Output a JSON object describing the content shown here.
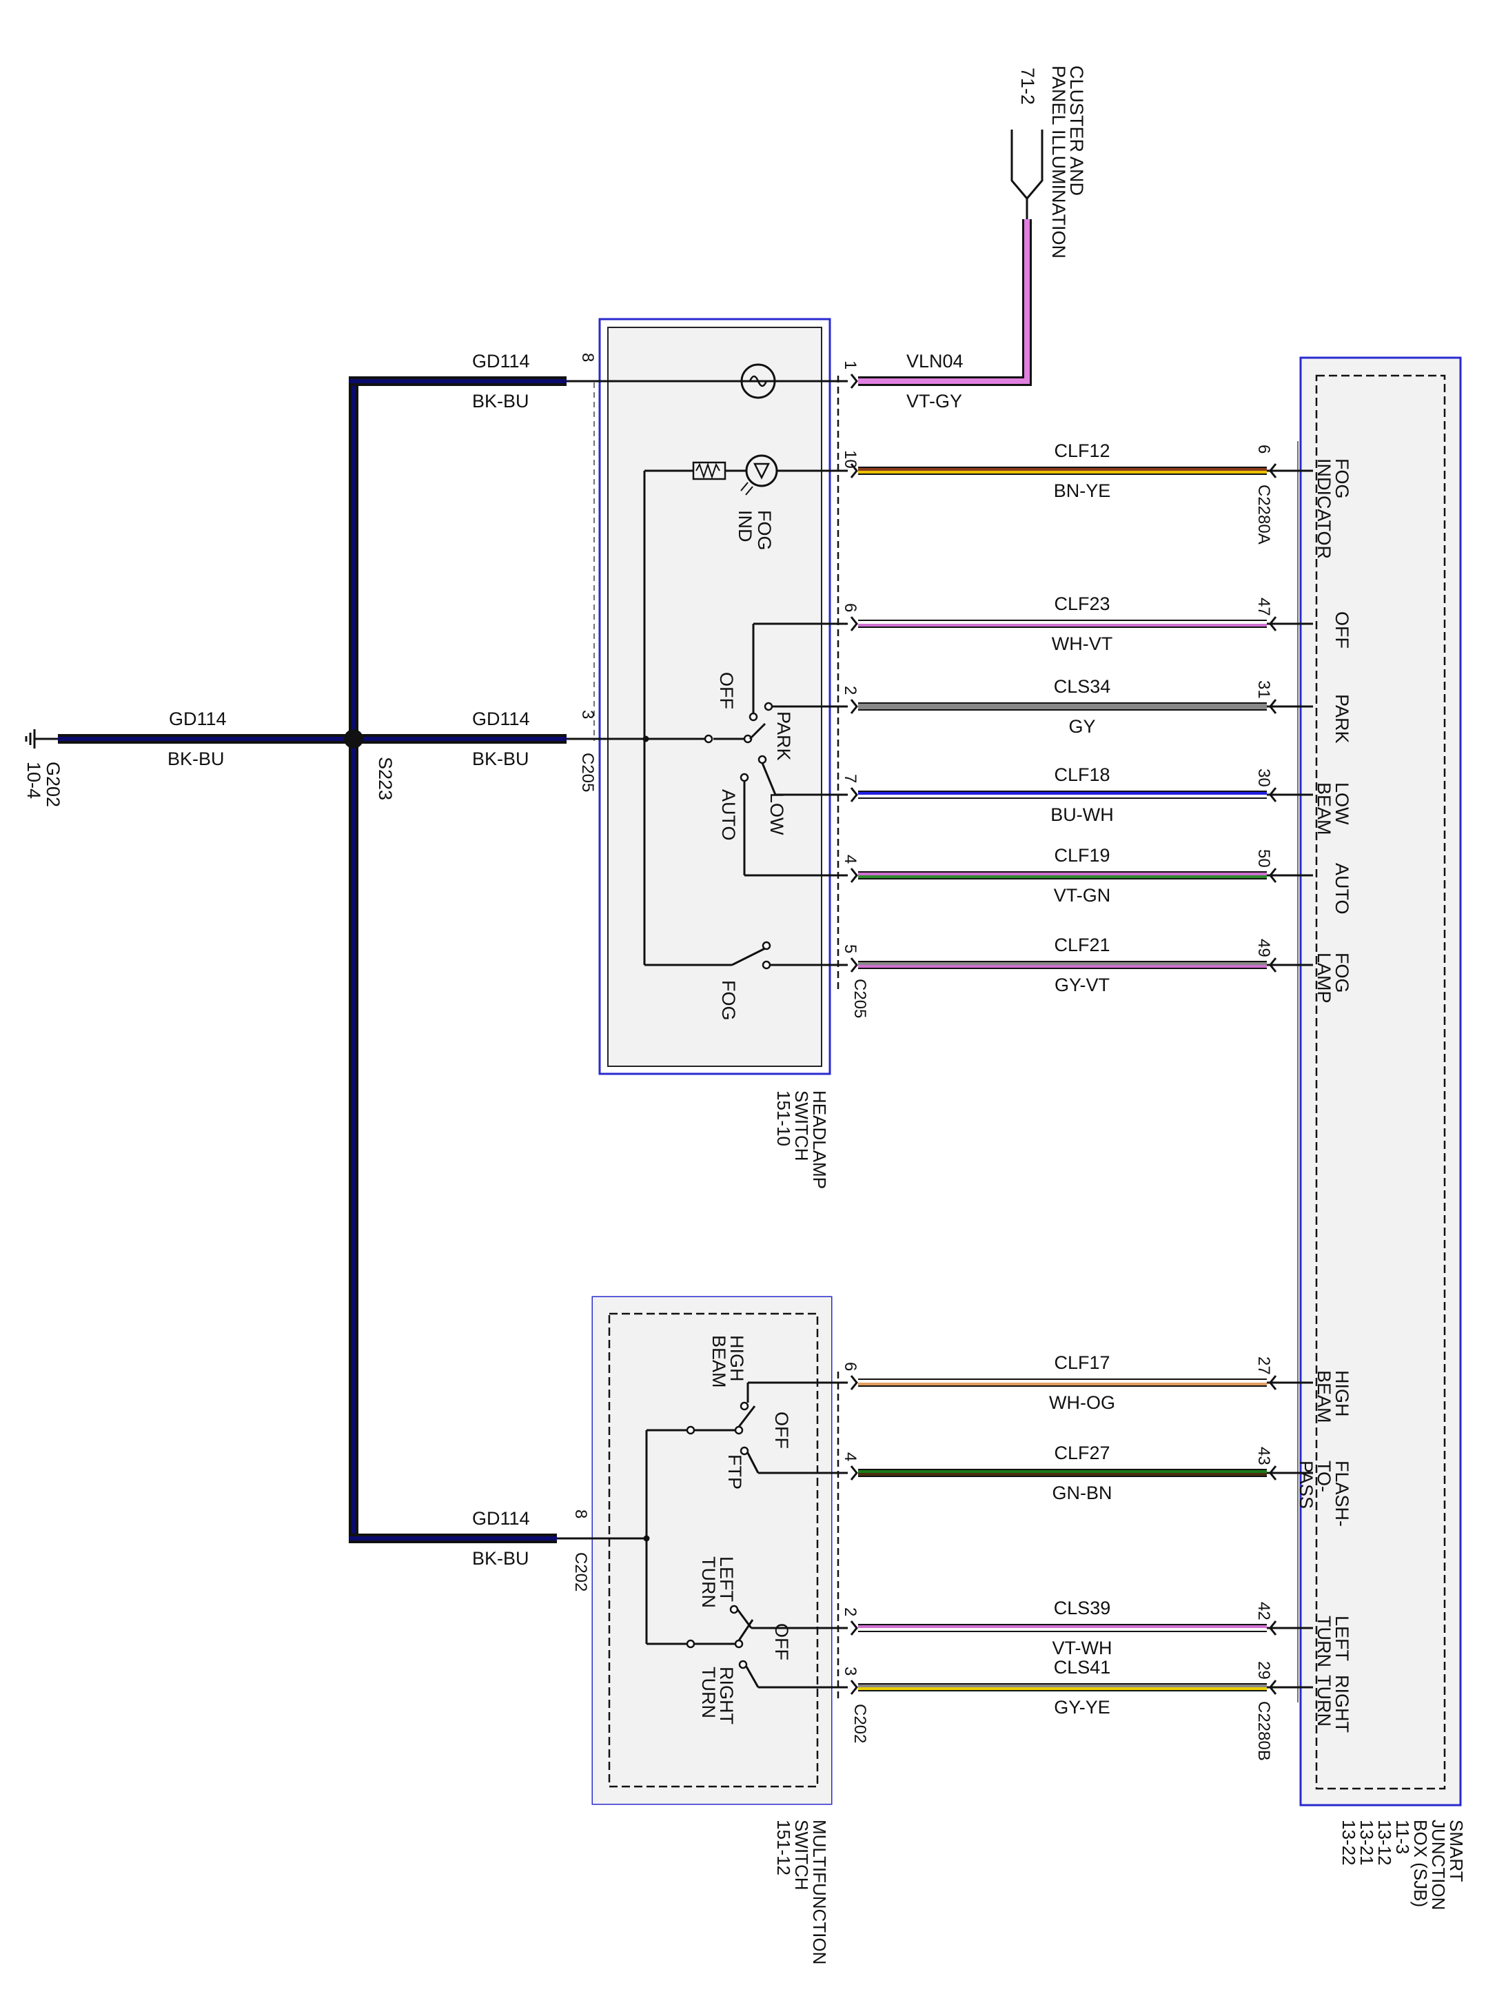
{
  "ground": {
    "label": "G202",
    "ref": "10-4",
    "circuit": "GD114",
    "color": "BK-BU"
  },
  "splice": {
    "label": "S223"
  },
  "cluster": {
    "title": [
      "CLUSTER AND",
      "PANEL ILLUMINATION"
    ],
    "ref": "71-2"
  },
  "headlamp_switch": {
    "title": [
      "HEADLAMP",
      "SWITCH",
      "151-10"
    ],
    "connector": "C205",
    "labels": {
      "fog_ind": [
        "FOG",
        "IND"
      ],
      "off": "OFF",
      "park": "PARK",
      "low": "LOW",
      "auto": "AUTO",
      "fog": "FOG"
    },
    "ground_feeds": [
      {
        "pin": "8",
        "circuit": "GD114",
        "color": "BK-BU"
      },
      {
        "pin": "3",
        "circuit": "GD114",
        "color": "BK-BU",
        "connector": "C205"
      }
    ]
  },
  "multifunction_switch": {
    "title": [
      "MULTIFUNCTION",
      "SWITCH",
      "151-12"
    ],
    "connector": "C202",
    "labels": {
      "high_beam": [
        "HIGH",
        "BEAM"
      ],
      "off1": "OFF",
      "ftp": "FTP",
      "left_turn": [
        "LEFT",
        "TURN"
      ],
      "off2": "OFF",
      "right_turn": [
        "RIGHT",
        "TURN"
      ]
    },
    "ground_feed": {
      "pin": "8",
      "circuit": "GD114",
      "color": "BK-BU",
      "connector": "C202"
    }
  },
  "sjb": {
    "title": [
      "SMART",
      "JUNCTION",
      "BOX (SJB)",
      "11-3",
      "13-12",
      "13-21",
      "13-22"
    ]
  },
  "wires": [
    {
      "sw_pin": "1",
      "circuit": "VLN04",
      "color": "VT-GY",
      "stripe": [
        "#e080e0",
        "#888888"
      ]
    },
    {
      "sw_pin": "10",
      "circuit": "CLF12",
      "color": "BN-YE",
      "sjb_pin": "6",
      "sjb_conn": "C2280A",
      "func": [
        "FOG",
        "INDICATOR"
      ],
      "stripe": [
        "#8b3a1a",
        "#e8c000"
      ]
    },
    {
      "sw_pin": "6",
      "circuit": "CLF23",
      "color": "WH-VT",
      "sjb_pin": "47",
      "func": [
        "OFF"
      ],
      "stripe": [
        "#ffffff",
        "#d070d0"
      ]
    },
    {
      "sw_pin": "2",
      "circuit": "CLS34",
      "color": "GY",
      "sjb_pin": "31",
      "func": [
        "PARK"
      ],
      "stripe": [
        "#888888",
        "#888888"
      ]
    },
    {
      "sw_pin": "7",
      "circuit": "CLF18",
      "color": "BU-WH",
      "sjb_pin": "30",
      "func": [
        "LOW",
        "BEAM"
      ],
      "stripe": [
        "#2020e0",
        "#ffffff"
      ]
    },
    {
      "sw_pin": "4",
      "circuit": "CLF19",
      "color": "VT-GN",
      "sjb_pin": "50",
      "func": [
        "AUTO"
      ],
      "stripe": [
        "#d070d0",
        "#2e8b2e"
      ]
    },
    {
      "sw_pin": "5",
      "circuit": "CLF21",
      "color": "GY-VT",
      "sjb_pin": "49",
      "sw_conn": "C205",
      "func": [
        "FOG",
        "LAMP"
      ],
      "stripe": [
        "#888888",
        "#d070d0"
      ]
    },
    {
      "sw_pin": "6",
      "circuit": "CLF17",
      "color": "WH-OG",
      "sjb_pin": "27",
      "func": [
        "HIGH",
        "BEAM"
      ],
      "stripe": [
        "#ffffff",
        "#e0a060"
      ]
    },
    {
      "sw_pin": "4",
      "circuit": "CLF27",
      "color": "GN-BN",
      "sjb_pin": "43",
      "func": [
        "FLASH-",
        "TO-",
        "PASS"
      ],
      "stripe": [
        "#1a7a1a",
        "#4a3010"
      ]
    },
    {
      "sw_pin": "2",
      "circuit": "CLS39",
      "color": "VT-WH",
      "sjb_pin": "42",
      "func": [
        "LEFT",
        "TURN"
      ],
      "stripe": [
        "#d070d0",
        "#ffffff"
      ]
    },
    {
      "sw_pin": "3",
      "circuit": "CLS41",
      "color": "GY-YE",
      "sjb_pin": "29",
      "sw_conn": "C202",
      "sjb_conn": "C2280B",
      "func": [
        "RIGHT",
        "TURN"
      ],
      "stripe": [
        "#888888",
        "#e8d000"
      ]
    }
  ],
  "colors": {
    "ground_wire": "#0a0a6e",
    "frame_blue": "#2a2ad0",
    "box_fill": "#f2f2f2"
  }
}
